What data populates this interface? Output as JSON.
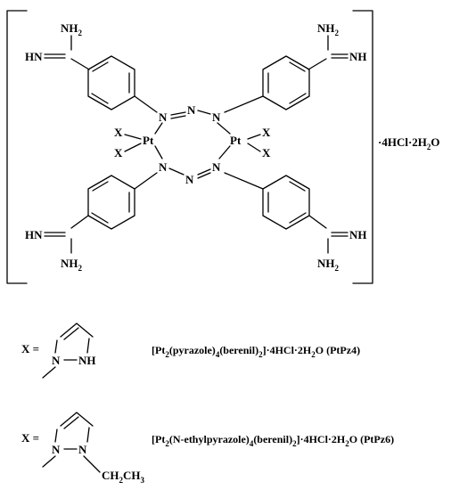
{
  "complex": {
    "label_NH2": "NH",
    "label_NH2_sub": "2",
    "label_HN": "HN",
    "label_NH": "NH",
    "label_N": "N",
    "label_Pt": "Pt",
    "label_X": "X",
    "salt_prefix": "·4HCl·2H",
    "salt_sub": "2",
    "salt_suffix": "O"
  },
  "legend": [
    {
      "x_label": "X =",
      "ring_n1": "N",
      "ring_n2": "NH",
      "name_a": "[Pt",
      "name_sub1": "2",
      "name_b": "(pyrazole)",
      "name_sub2": "4",
      "name_c": "(berenil)",
      "name_sub3": "2",
      "name_d": "]·4HCl·2H",
      "name_sub4": "2",
      "name_e": "O (PtPz4)"
    },
    {
      "x_label": "X =",
      "ring_n1": "N",
      "ring_n2": "N",
      "ethyl_a": "CH",
      "ethyl_sub1": "2",
      "ethyl_b": "CH",
      "ethyl_sub2": "3",
      "name_a": "[Pt",
      "name_sub1": "2",
      "name_b": "(N-ethylpyrazole)",
      "name_sub2": "4",
      "name_c": "(berenil)",
      "name_sub3": "2",
      "name_d": "]·4HCl·2H",
      "name_sub4": "2",
      "name_e": "O (PtPz6)"
    }
  ]
}
